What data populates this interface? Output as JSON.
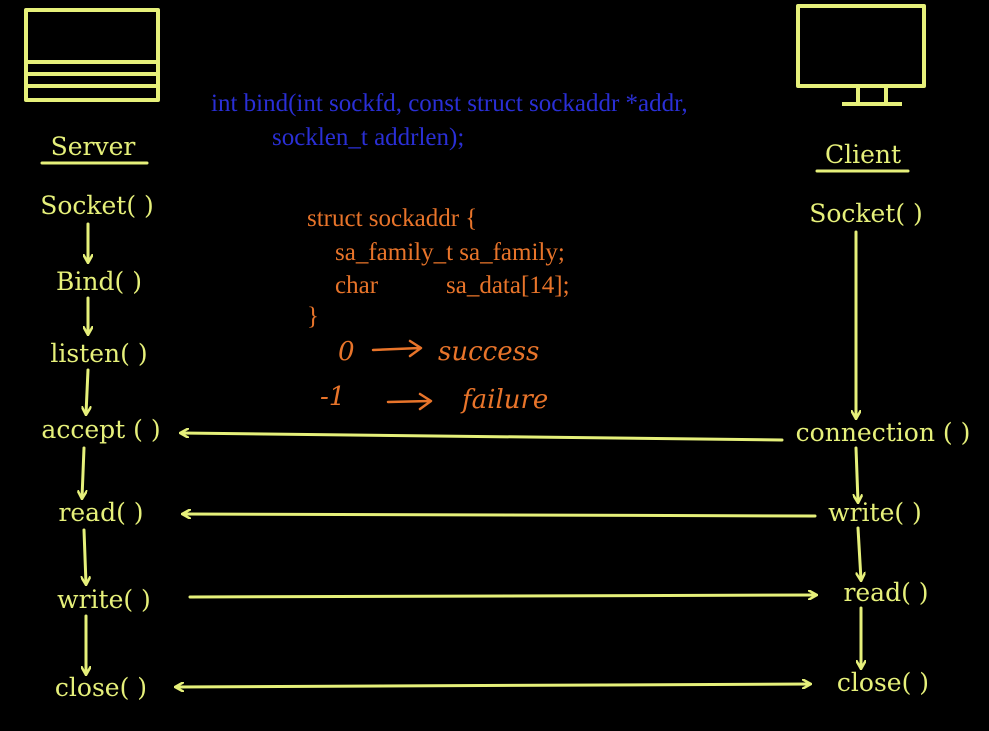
{
  "colors": {
    "background": "#000000",
    "diagram": "#e6f07a",
    "signature": "#2a2fd6",
    "struct": "#e8742a"
  },
  "server": {
    "icon": "server-laptop-icon",
    "title": "Server",
    "steps": [
      "Socket( )",
      "Bind( )",
      "listen( )",
      "accept ( )",
      "read( )",
      "write( )",
      "close( )"
    ]
  },
  "client": {
    "icon": "client-monitor-icon",
    "title": "Client",
    "steps": [
      "Socket( )",
      "connection ( )",
      "write( )",
      "read( )",
      "close( )"
    ]
  },
  "signature": {
    "line1": "int bind(int sockfd, const struct sockaddr *addr,",
    "line2": "socklen_t addrlen);"
  },
  "struct_def": {
    "open": "struct sockaddr {",
    "field1": "sa_family_t sa_family;",
    "field2_type": "char",
    "field2_name": "sa_data[14];",
    "close": "}"
  },
  "returns": {
    "success_code": "0",
    "success_text": "success",
    "failure_code": "-1",
    "failure_text": "failure"
  }
}
